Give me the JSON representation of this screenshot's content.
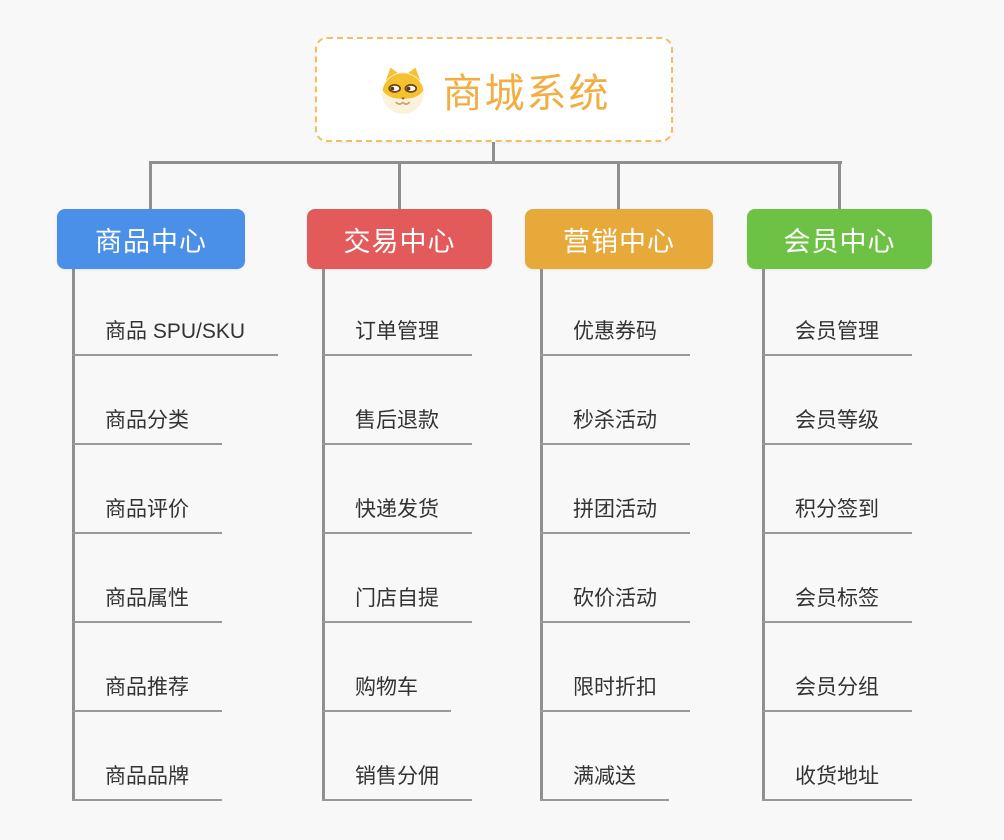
{
  "root": {
    "title": "商城系统",
    "icon": "shiba-dog-icon",
    "accent_color": "#F2AE45",
    "border_color": "#F4BD62"
  },
  "connector_color": "#8F8F8F",
  "branches": [
    {
      "label": "商品中心",
      "color": "#4A8FE8",
      "children": [
        "商品 SPU/SKU",
        "商品分类",
        "商品评价",
        "商品属性",
        "商品推荐",
        "商品品牌"
      ]
    },
    {
      "label": "交易中心",
      "color": "#E25A5A",
      "children": [
        "订单管理",
        "售后退款",
        "快递发货",
        "门店自提",
        "购物车",
        "销售分佣"
      ]
    },
    {
      "label": "营销中心",
      "color": "#E8A93B",
      "children": [
        "优惠券码",
        "秒杀活动",
        "拼团活动",
        "砍价活动",
        "限时折扣",
        "满减送"
      ]
    },
    {
      "label": "会员中心",
      "color": "#6DC245",
      "children": [
        "会员管理",
        "会员等级",
        "积分签到",
        "会员标签",
        "会员分组",
        "收货地址"
      ]
    }
  ]
}
